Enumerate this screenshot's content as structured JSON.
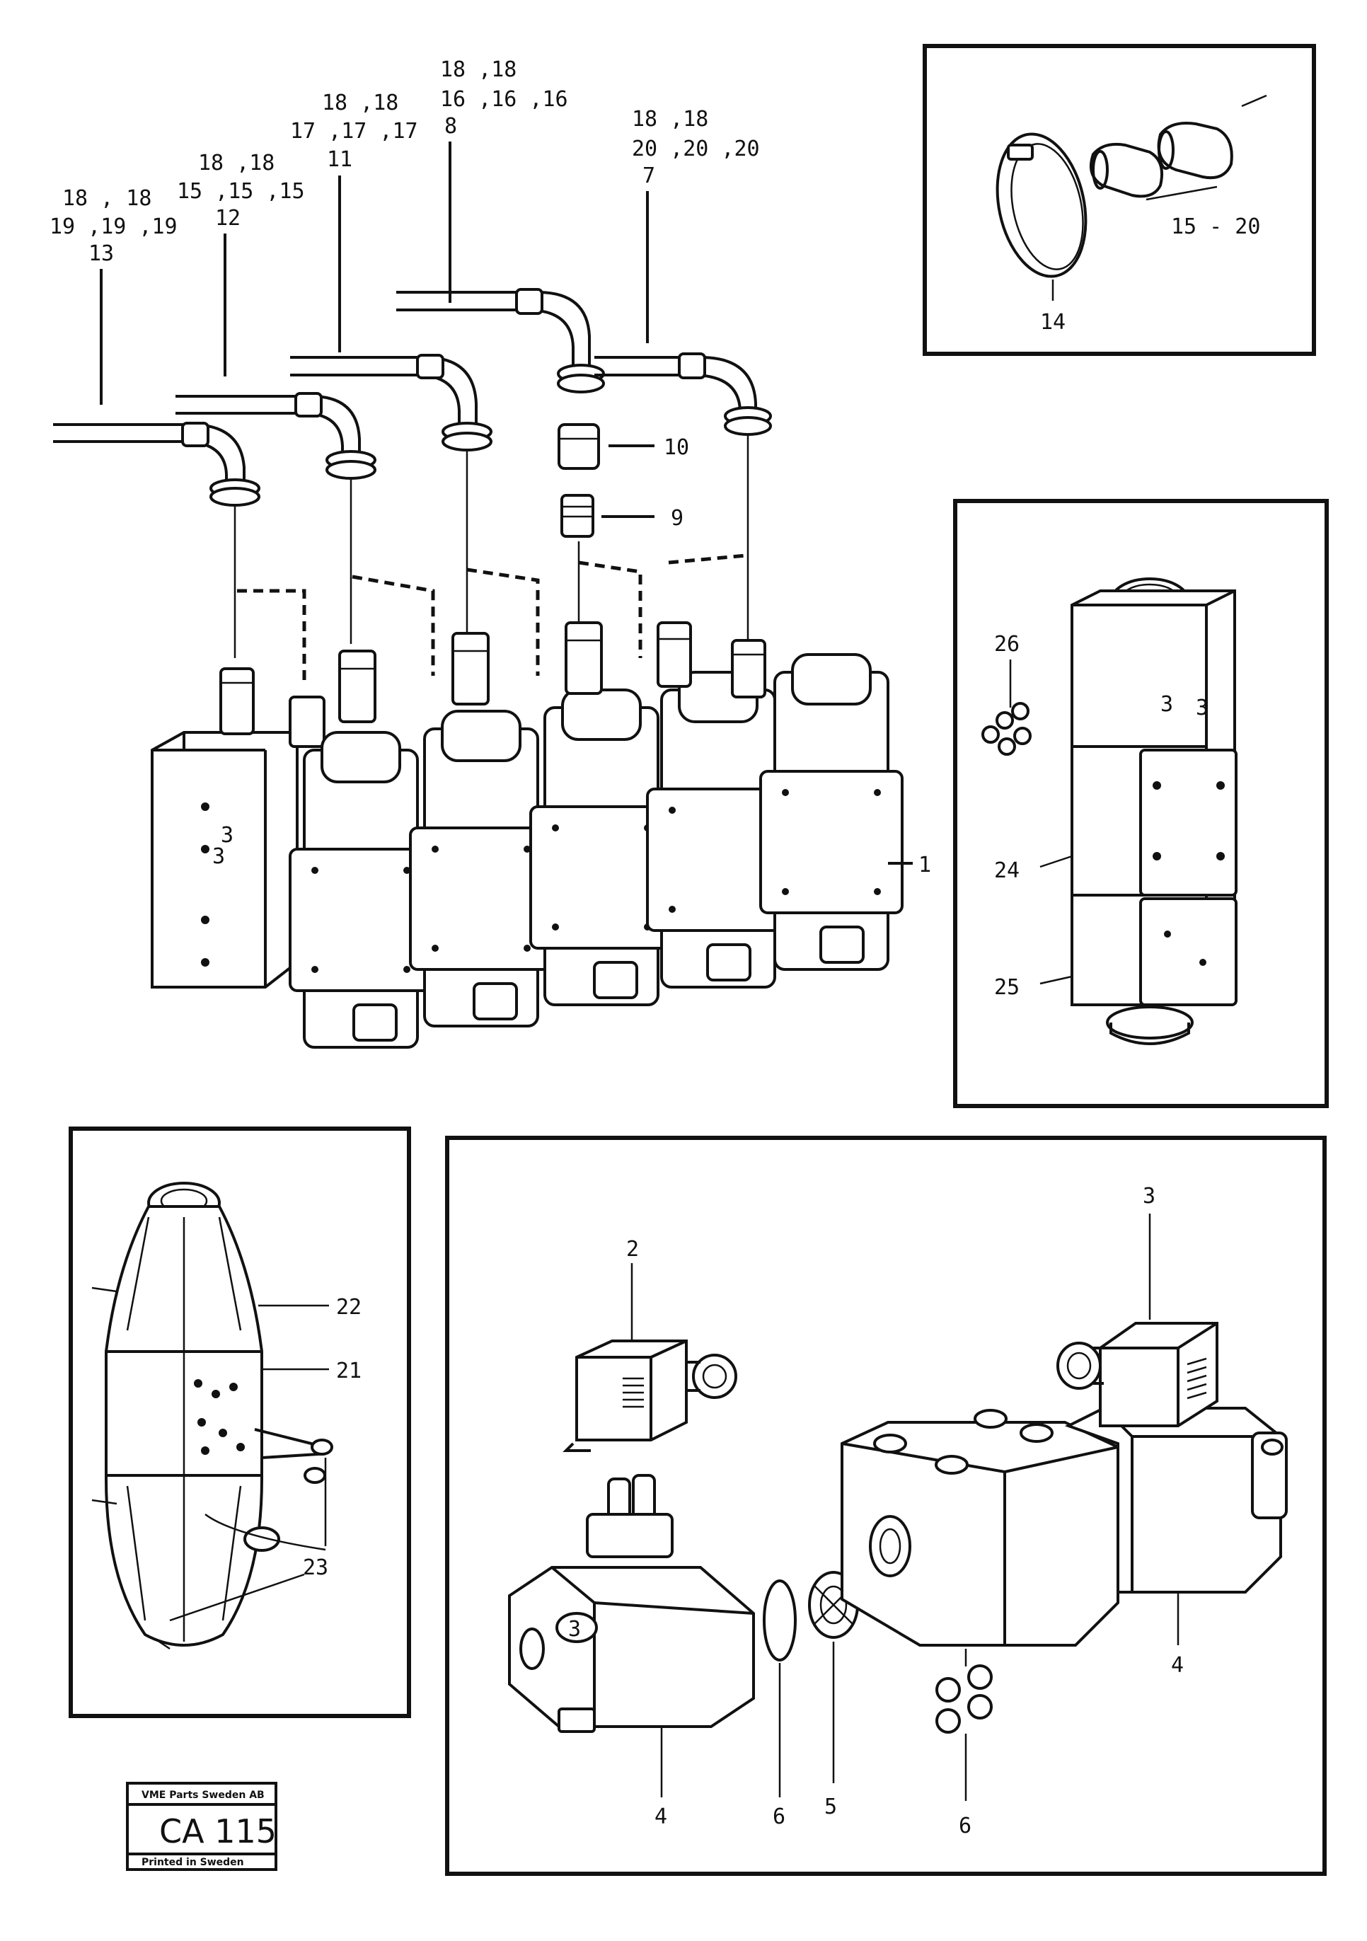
{
  "callouts": {
    "c13": [
      "18 , 18",
      "19 ,19 ,19",
      "13"
    ],
    "c12": [
      "18 ,18",
      "15 ,15 ,15",
      "12"
    ],
    "c11": [
      "18 ,18",
      "17 ,17 ,17",
      "11"
    ],
    "c8": [
      "18 ,18",
      "16 ,16 ,16",
      "8"
    ],
    "c7": [
      "18 ,18",
      "20 ,20 ,20",
      "7"
    ],
    "c10": "10",
    "c9": "9",
    "c1": "1"
  },
  "inset_clamp": {
    "range": "15 - 20",
    "clamp": "14"
  },
  "inset_valve": {
    "l26": "26",
    "l24": "24",
    "l25": "25"
  },
  "inset_cartridge": {
    "l22": "22",
    "l21": "21",
    "l23": "23"
  },
  "inset_solenoid": {
    "l2": "2",
    "l3": "3",
    "l4a": "4",
    "l4b": "4",
    "l6a": "6",
    "l5": "5",
    "l6b": "6"
  },
  "stamp": {
    "header": "VME Parts Sweden AB",
    "code": "CA 115",
    "footer": "Printed in Sweden"
  }
}
